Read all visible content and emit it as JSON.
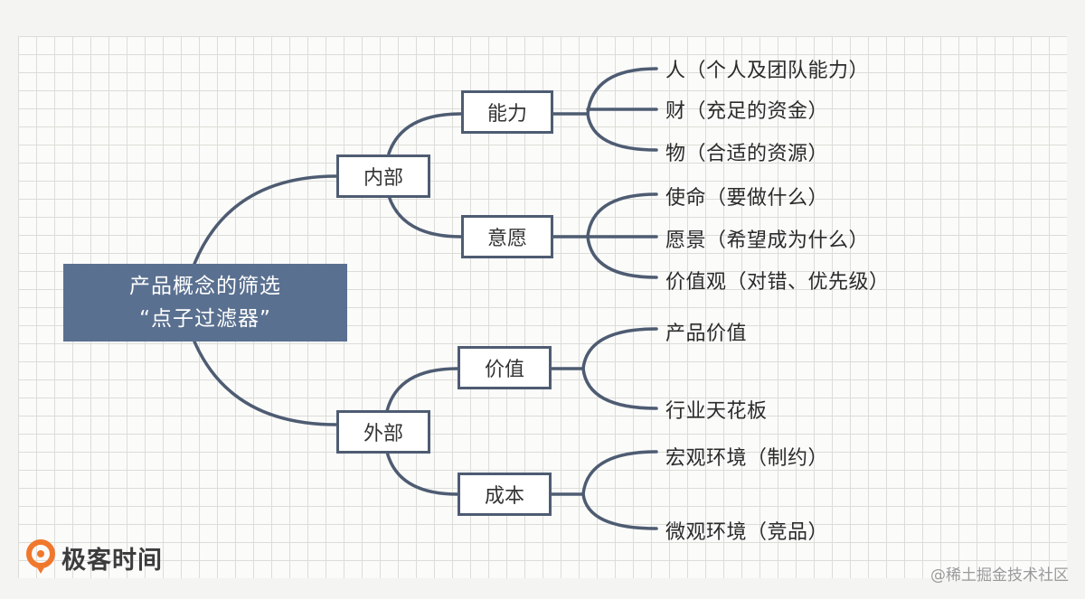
{
  "root": {
    "line1": "产品概念的筛选",
    "line2": "“点子过滤器”"
  },
  "groups": [
    {
      "label": "内部",
      "children": [
        {
          "label": "能力",
          "leaves": [
            "人（个人及团队能力）",
            "财（充足的资金）",
            "物（合适的资源）"
          ]
        },
        {
          "label": "意愿",
          "leaves": [
            "使命（要做什么）",
            "愿景（希望成为什么）",
            "价值观（对错、优先级）"
          ]
        }
      ]
    },
    {
      "label": "外部",
      "children": [
        {
          "label": "价值",
          "leaves": [
            "产品价值",
            "行业天花板"
          ]
        },
        {
          "label": "成本",
          "leaves": [
            "宏观环境（制约）",
            "微观环境（竞品）"
          ]
        }
      ]
    }
  ],
  "branding": {
    "logo_text": "极客时间",
    "watermark": "@稀土掘金技术社区"
  },
  "colors": {
    "line": "#4e5c72",
    "root_fill": "#5a7090",
    "logo_orange": "#f0782d"
  }
}
